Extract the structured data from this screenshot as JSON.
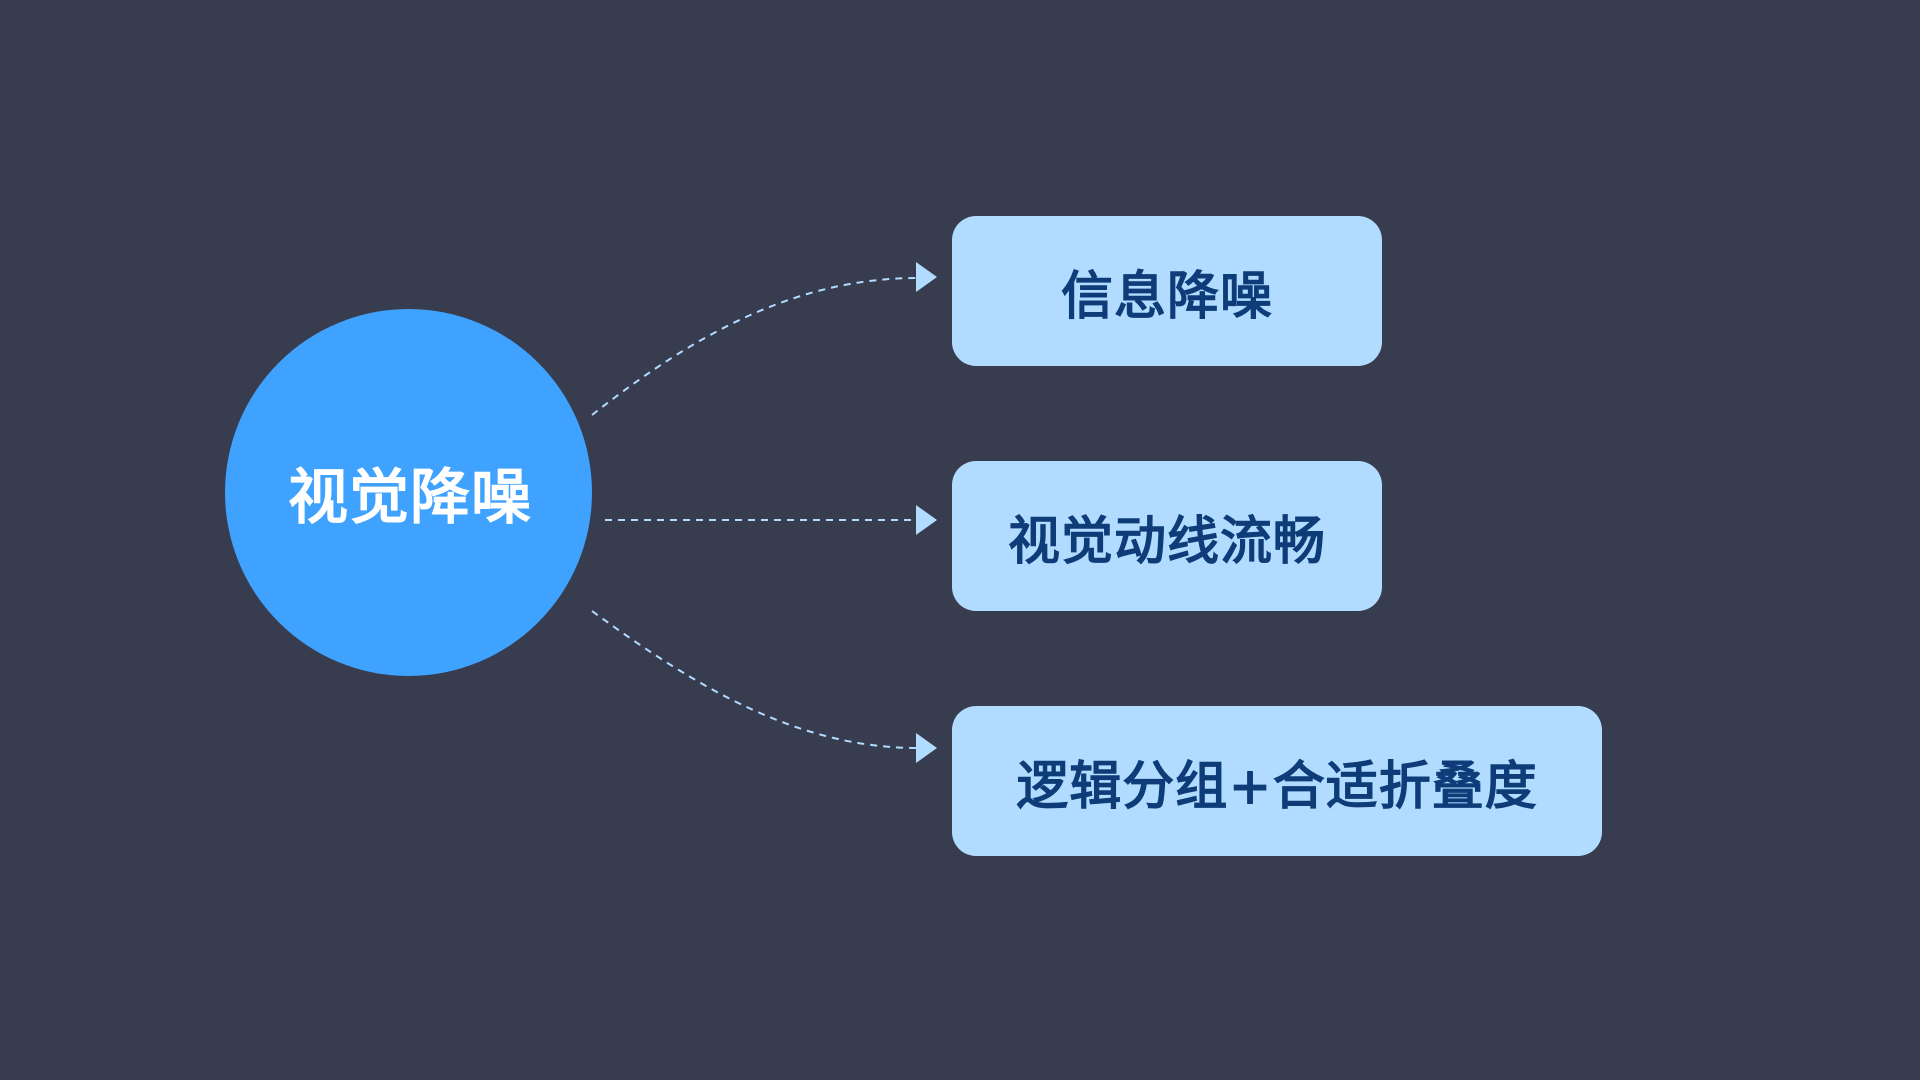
{
  "colors": {
    "background": "#383c4f",
    "hub_fill": "#3ea2fe",
    "hub_text": "#ffffff",
    "node_fill": "#b1dcff",
    "node_text": "#0d3c78",
    "connector": "#b1dcff"
  },
  "hub": {
    "label": "视觉降噪"
  },
  "nodes": [
    {
      "label": "信息降噪"
    },
    {
      "label": "视觉动线流畅"
    },
    {
      "label": "逻辑分组+合适折叠度"
    }
  ]
}
